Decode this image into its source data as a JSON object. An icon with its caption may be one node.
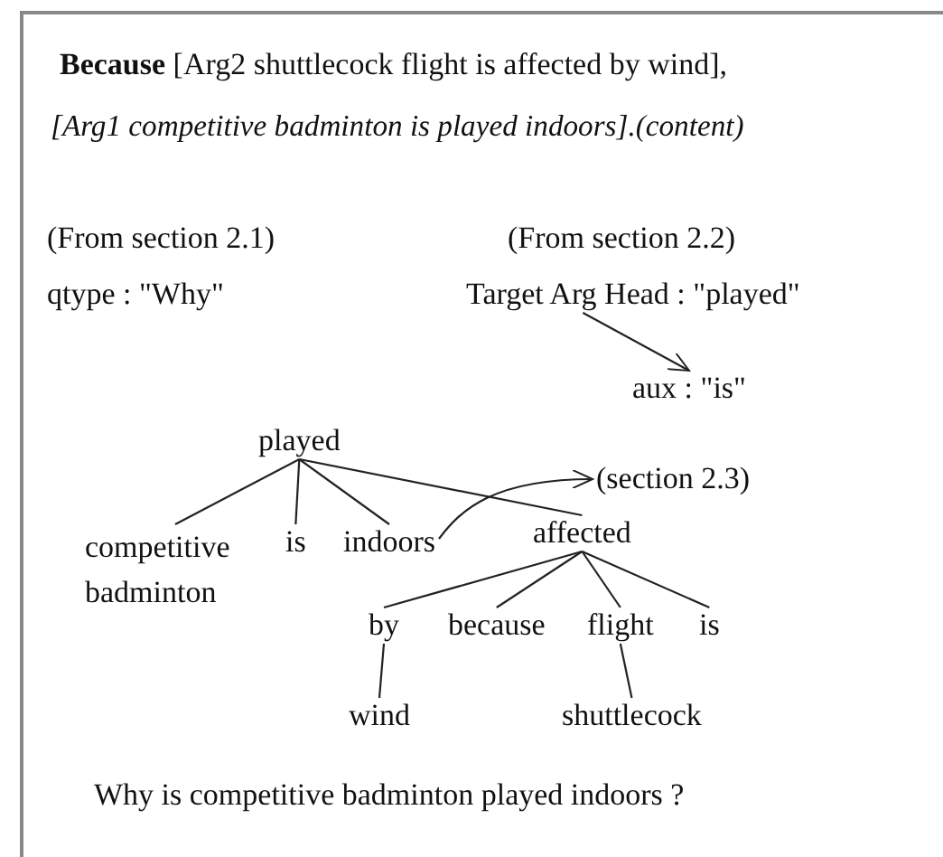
{
  "diagram": {
    "nodes": [
      {
        "text": [
          "Target Arg Head : \"played\""
        ]
      },
      {
        "text": [
          "aux : \"is\""
        ]
      },
      {
        "text": [
          "played"
        ]
      },
      {
        "text": [
          "competitive badminton"
        ]
      },
      {
        "text": [
          "is"
        ]
      },
      {
        "text": [
          "indoors"
        ]
      },
      {
        "text": [
          "affected"
        ]
      },
      {
        "text": [
          "by"
        ]
      },
      {
        "text": [
          "because"
        ]
      },
      {
        "text": [
          "flight"
        ]
      },
      {
        "text": [
          "is"
        ]
      },
      {
        "text": [
          "wind"
        ]
      },
      {
        "text": [
          "shuttlecock"
        ]
      },
      {
        "text": [
          "(section 2.3)"
        ]
      }
    ],
    "edges": [
      {
        "from": 0,
        "to": 1,
        "arrow": "to"
      },
      {
        "from": 2,
        "to": 3,
        "arrow": "none"
      },
      {
        "from": 2,
        "to": 4,
        "arrow": "none"
      },
      {
        "from": 2,
        "to": 5,
        "arrow": "none"
      },
      {
        "from": 2,
        "to": 6,
        "arrow": "none"
      },
      {
        "from": 6,
        "to": 7,
        "arrow": "none"
      },
      {
        "from": 6,
        "to": 8,
        "arrow": "none"
      },
      {
        "from": 6,
        "to": 9,
        "arrow": "none"
      },
      {
        "from": 6,
        "to": 10,
        "arrow": "none"
      },
      {
        "from": 7,
        "to": 11,
        "arrow": "none"
      },
      {
        "from": 9,
        "to": 12,
        "arrow": "none"
      },
      {
        "from": 5,
        "to": 13,
        "arrow": "to"
      }
    ],
    "labels": [
      "**Because**   [Arg2 shuttlecock flight is affected by wind],",
      "[Arg1 competitive badminton is played indoors].(content)",
      "(From section 2.1)",
      "qtype : \"Why\"",
      "(From section 2.2)",
      "Why is competitive badminton played indoors ?"
    ]
  }
}
